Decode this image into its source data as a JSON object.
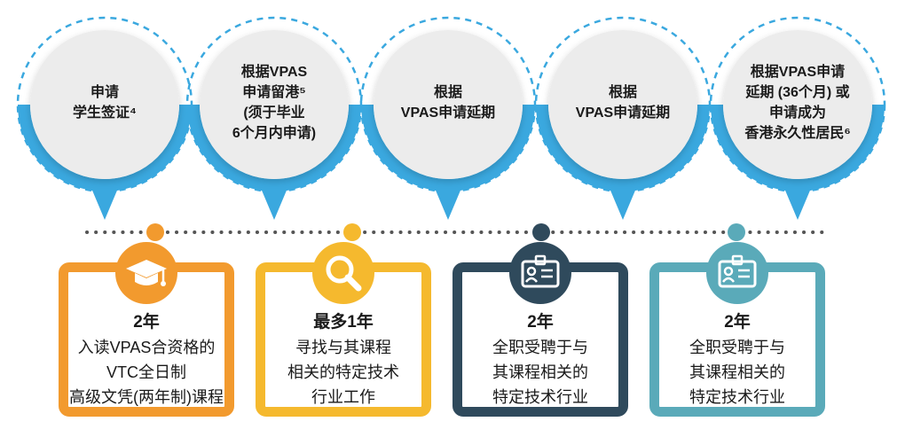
{
  "steps": [
    {
      "lines": [
        "申请",
        "学生签证⁴"
      ]
    },
    {
      "lines": [
        "根据VPAS",
        "申请留港⁵",
        "(须于毕业",
        "6个月内申请)"
      ]
    },
    {
      "lines": [
        "根据",
        "VPAS申请延期"
      ]
    },
    {
      "lines": [
        "根据",
        "VPAS申请延期"
      ]
    },
    {
      "lines": [
        "根据VPAS申请",
        "延期 (36个月) 或",
        "申请成为",
        "香港永久性居民⁶"
      ]
    }
  ],
  "phases": [
    {
      "duration": "2年",
      "lines": [
        "入读VPAS合资格的",
        "VTC全日制",
        "高级文凭(两年制)课程"
      ],
      "icon": "graduation-cap-icon",
      "color": "#f29a2e"
    },
    {
      "duration": "最多1年",
      "lines": [
        "寻找与其课程",
        "相关的特定技术",
        "行业工作"
      ],
      "icon": "magnifier-icon",
      "color": "#f5b92e"
    },
    {
      "duration": "2年",
      "lines": [
        "全职受聘于与",
        "其课程相关的",
        "特定技术行业"
      ],
      "icon": "id-badge-icon",
      "color": "#2f4a5c"
    },
    {
      "duration": "2年",
      "lines": [
        "全职受聘于与",
        "其课程相关的",
        "特定技术行业"
      ],
      "icon": "id-badge-icon",
      "color": "#5aaab9"
    }
  ],
  "colors": {
    "bubble_accent": "#3aa8df",
    "bubble_fill": "#ececec",
    "dotted_line": "#555555"
  }
}
